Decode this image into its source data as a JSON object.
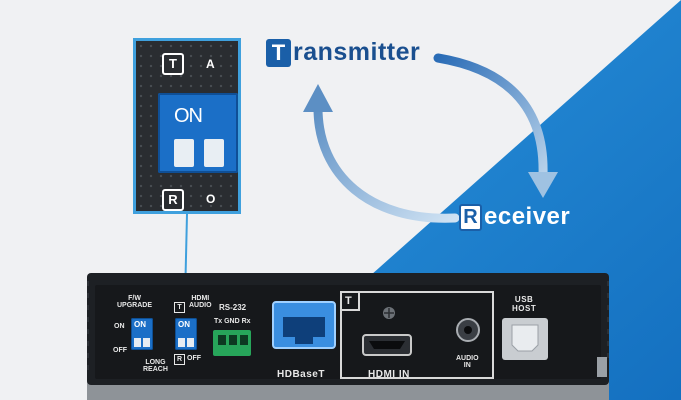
{
  "labels": {
    "transmitter": {
      "letter": "T",
      "rest": "ransmitter"
    },
    "receiver": {
      "letter": "R",
      "rest": "eceiver"
    }
  },
  "zoom_callout": {
    "top_badge": "T",
    "bottom_badge": "R",
    "switch_text": "ON",
    "top_letter": "A",
    "bottom_letter": "O"
  },
  "device": {
    "fw_switch": {
      "label": "F/W\nUPGRADE",
      "on": "ON",
      "off": "OFF",
      "state": "ON",
      "bottom_label": "LONG\nREACH"
    },
    "hdmi_audio_switch": {
      "label": "HDMI\nAUDIO",
      "t_badge": "T",
      "r_badge": "R",
      "state": "ON",
      "off": "OFF"
    },
    "rs232": {
      "label": "RS-232",
      "pins": "Tx GND Rx"
    },
    "hdbaset_label": "HDBaseT",
    "t_mark": "T",
    "hdmi_in_label": "HDMI IN",
    "audio_in_label": "AUDIO\nIN",
    "usb_label": "USB\nHOST"
  },
  "colors": {
    "accent_blue": "#1a5fa8",
    "diagonal_blue": "#1f82d1",
    "device_body": "#1d2024",
    "switch_blue": "#1b6fc7"
  }
}
